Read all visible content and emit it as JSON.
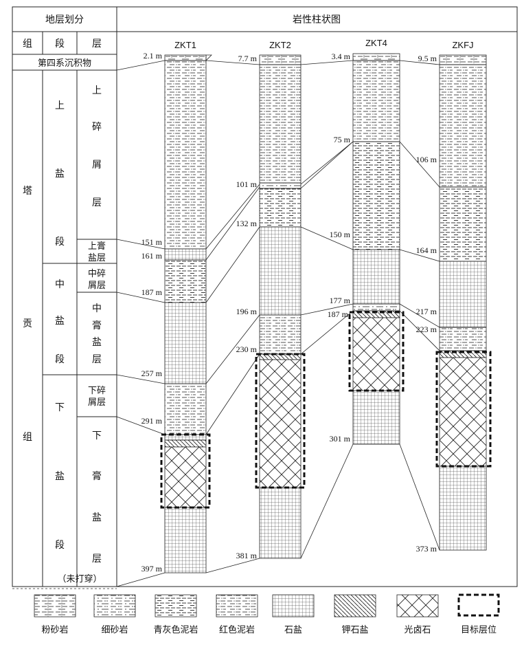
{
  "header": {
    "stratigraphy": "地层划分",
    "lithology_column": "岩性柱状图",
    "col_group": "组",
    "col_member": "段",
    "col_layer": "层"
  },
  "units": {
    "quaternary": "第四系沉积物",
    "formation_chars": [
      "塔",
      "贡",
      "组"
    ],
    "upper_member": [
      "上",
      "盐",
      "段"
    ],
    "middle_member": [
      "中",
      "盐",
      "段"
    ],
    "lower_member": [
      "下",
      "盐",
      "段"
    ],
    "upper_clastic": [
      "上",
      "碎",
      "屑",
      "层"
    ],
    "upper_gypsum_1": "上膏",
    "upper_gypsum_2": "盐层",
    "middle_clastic_1": "中碎",
    "middle_clastic_2": "屑层",
    "middle_gypsum": [
      "中",
      "膏",
      "盐",
      "层"
    ],
    "lower_clastic_1": "下碎",
    "lower_clastic_2": "屑层",
    "lower_gypsum": [
      "下",
      "膏",
      "盐",
      "层"
    ],
    "not_penetrated": "（未打穿）"
  },
  "wells": [
    {
      "name": "ZKT1",
      "depths": [
        "2.1 m",
        "151 m",
        "161 m",
        "187 m",
        "257 m",
        "291 m",
        "397 m"
      ]
    },
    {
      "name": "ZKT2",
      "depths": [
        "7.7 m",
        "101 m",
        "132 m",
        "196 m",
        "230 m",
        "381 m"
      ]
    },
    {
      "name": "ZKT4",
      "depths": [
        "3.4 m",
        "75 m",
        "150 m",
        "177 m",
        "187 m",
        "301 m"
      ]
    },
    {
      "name": "ZKFJ",
      "depths": [
        "9.5 m",
        "106 m",
        "164 m",
        "217 m",
        "223 m",
        "373 m"
      ]
    }
  ],
  "legend": [
    {
      "label": "粉砂岩",
      "pattern": "siltstone"
    },
    {
      "label": "细砂岩",
      "pattern": "fine-sandstone"
    },
    {
      "label": "青灰色泥岩",
      "pattern": "grey-mudstone"
    },
    {
      "label": "红色泥岩",
      "pattern": "red-mudstone"
    },
    {
      "label": "石盐",
      "pattern": "halite"
    },
    {
      "label": "钾石盐",
      "pattern": "sylvite"
    },
    {
      "label": "光卤石",
      "pattern": "carnallite"
    },
    {
      "label": "目标层位",
      "pattern": "target-horizon"
    }
  ]
}
